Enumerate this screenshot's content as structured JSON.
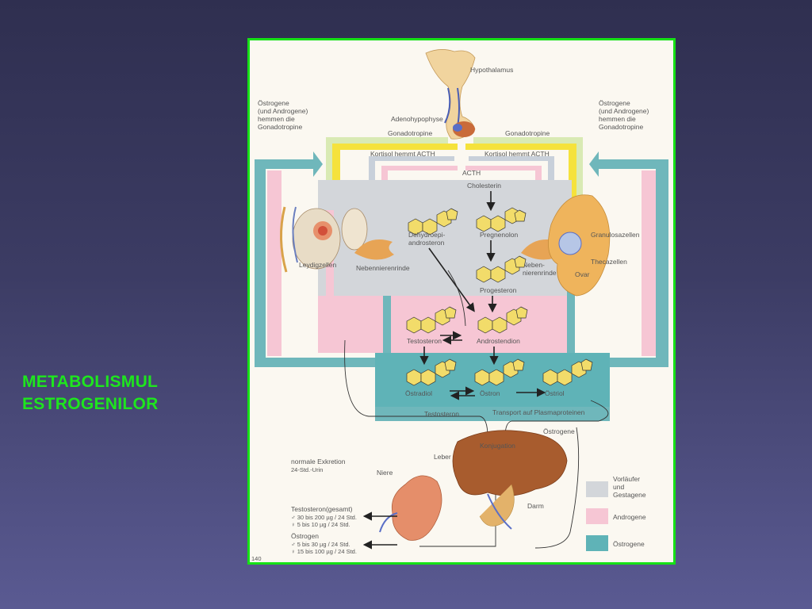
{
  "slide": {
    "title_line1": "METABOLISMUL",
    "title_line2": "ESTROGENILOR"
  },
  "figure": {
    "hypothalamus": "Hypothalamus",
    "adenohypophyse": "Adenohypophyse",
    "gonadotropine_left": "Gonadotropine",
    "gonadotropine_right": "Gonadotropine",
    "kortisol_left": "Kortisol hemmt ACTH",
    "kortisol_right": "Kortisol hemmt ACTH",
    "acth": "ACTH",
    "feedback_left": [
      "Östrogene",
      "(und Androgene)",
      "hemmen die",
      "Gonadotropine"
    ],
    "feedback_right": [
      "Östrogene",
      "(und Androgene)",
      "hemmen die",
      "Gonadotropine"
    ],
    "cholesterin": "Cholesterin",
    "pregnenolon": "Pregnenolon",
    "dehydroepiandrosteron": [
      "Dehydroepi-",
      "androsteron"
    ],
    "progesteron": "Progesteron",
    "nebennierenrinde_left": "Nebennierenrinde",
    "nebennierenrinde_right": [
      "Neben-",
      "nierenrinde"
    ],
    "leydigzellen": "Leydigzellen",
    "granulosazellen": "Granulosazellen",
    "thecazellen": "Thecazellen",
    "ovar": "Ovar",
    "testosteron": "Testosteron",
    "androstendion": "Androstendion",
    "oestradiol": "Östradiol",
    "oestron": "Östron",
    "oestriol": "Östriol",
    "testosteron_transport": "Testosteron",
    "transport_protein": "Transport auf Plasmaproteinen",
    "oestrogene_liver": "Östrogene",
    "konjugation": "Konjugation",
    "leber": "Leber",
    "niere": "Niere",
    "darm": "Darm",
    "normal_excretion": "normale Exkretion",
    "urine_24h": "24-Std.-Urin",
    "testosteron_gesamt": "Testosteron(gesamt)",
    "testosteron_male": "♂ 30 bis 200 µg / 24 Std.",
    "testosteron_female": "♀ 5 bis 10 µg / 24 Std.",
    "oestrogen": "Östrogen",
    "oestrogen_male": "♂ 5 bis 30 µg / 24 Std.",
    "oestrogen_female": "♀ 15 bis 100 µg / 24 Std.",
    "page_number": "140"
  },
  "legend": [
    {
      "lines": [
        "Vorläufer",
        "und",
        "Gestagene"
      ],
      "color": "#d3d6da"
    },
    {
      "lines": [
        "Androgene"
      ],
      "color": "#f6c6d4"
    },
    {
      "lines": [
        "Östrogene"
      ],
      "color": "#5fb3b7"
    }
  ],
  "colors": {
    "precursor_band": "#d3d6da",
    "androgen_band": "#f6c6d4",
    "estrogen_band": "#5fb3b7",
    "gonadotropin_arrow": "#f5e23c",
    "acth_arrow": "#f6c6d4",
    "title": "#1ee61e",
    "frame": "#16e116"
  }
}
